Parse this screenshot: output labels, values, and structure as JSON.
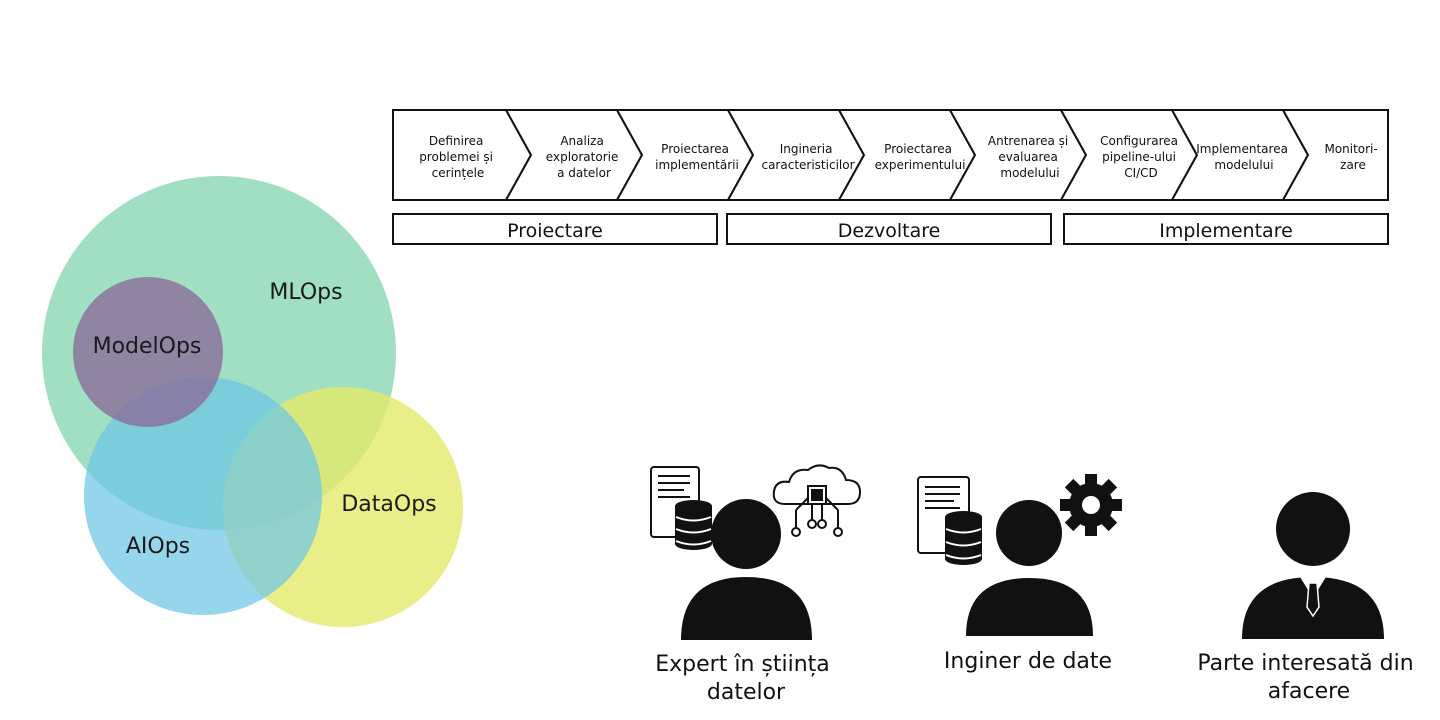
{
  "venn": {
    "circles": [
      {
        "label": "MLOps",
        "color": "#8fd9b6"
      },
      {
        "label": "ModelOps",
        "color": "#8a6a9a"
      },
      {
        "label": "AIOps",
        "color": "#6ec6e6"
      },
      {
        "label": "DataOps",
        "color": "#e3ea6a"
      }
    ]
  },
  "pipeline": {
    "steps": [
      {
        "lines": [
          "Definirea",
          "problemei și",
          "cerințele"
        ]
      },
      {
        "lines": [
          "Analiza",
          "exploratorie",
          "a datelor"
        ]
      },
      {
        "lines": [
          "Proiectarea",
          "implementării"
        ]
      },
      {
        "lines": [
          "Ingineria",
          "caracteristicilor"
        ]
      },
      {
        "lines": [
          "Proiectarea",
          "experimentului"
        ]
      },
      {
        "lines": [
          "Antrenarea și",
          "evaluarea",
          "modelului"
        ]
      },
      {
        "lines": [
          "Configurarea",
          "pipeline-ului",
          "CI/CD"
        ]
      },
      {
        "lines": [
          "Implementarea",
          "modelului"
        ]
      },
      {
        "lines": [
          "Monitori-",
          "zare"
        ]
      }
    ],
    "phases": [
      {
        "label": "Proiectare"
      },
      {
        "label": "Dezvoltare"
      },
      {
        "label": "Implementare"
      }
    ]
  },
  "roles": [
    {
      "lines": [
        "Expert în știința",
        "datelor"
      ],
      "icons": [
        "document-icon",
        "database-icon",
        "cloud-chip-icon"
      ]
    },
    {
      "lines": [
        "Inginer de date"
      ],
      "icons": [
        "document-icon",
        "database-icon",
        "gear-icon"
      ]
    },
    {
      "lines": [
        "Parte interesată din",
        "afacere"
      ],
      "icons": [
        "businessman-icon"
      ]
    }
  ]
}
